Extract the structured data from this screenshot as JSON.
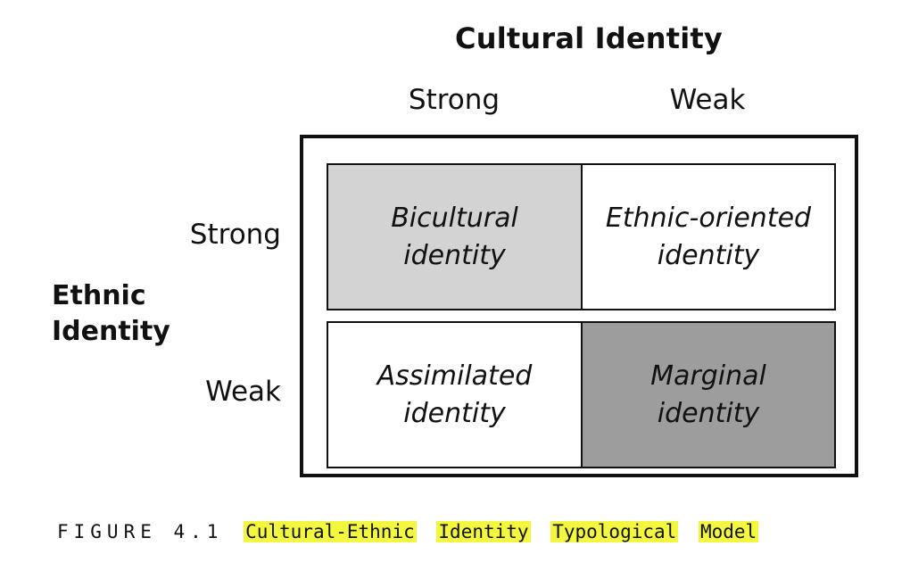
{
  "diagram": {
    "column_axis_title": "Cultural Identity",
    "column_labels": [
      "Strong",
      "Weak"
    ],
    "row_axis_title": [
      "Ethnic",
      "Identity"
    ],
    "row_labels": [
      "Strong",
      "Weak"
    ],
    "cells": [
      {
        "lines": [
          "Bicultural",
          "identity"
        ],
        "fill": "#d3d3d3"
      },
      {
        "lines": [
          "Ethnic-oriented",
          "identity"
        ],
        "fill": "#ffffff"
      },
      {
        "lines": [
          "Assimilated",
          "identity"
        ],
        "fill": "#ffffff"
      },
      {
        "lines": [
          "Marginal",
          "identity"
        ],
        "fill": "#9d9d9d"
      }
    ]
  },
  "caption": {
    "figure_label": "FIGURE 4.1",
    "title_words": [
      "Cultural-Ethnic",
      "Identity",
      "Typological",
      "Model"
    ],
    "highlight_color": "#f4f740"
  }
}
